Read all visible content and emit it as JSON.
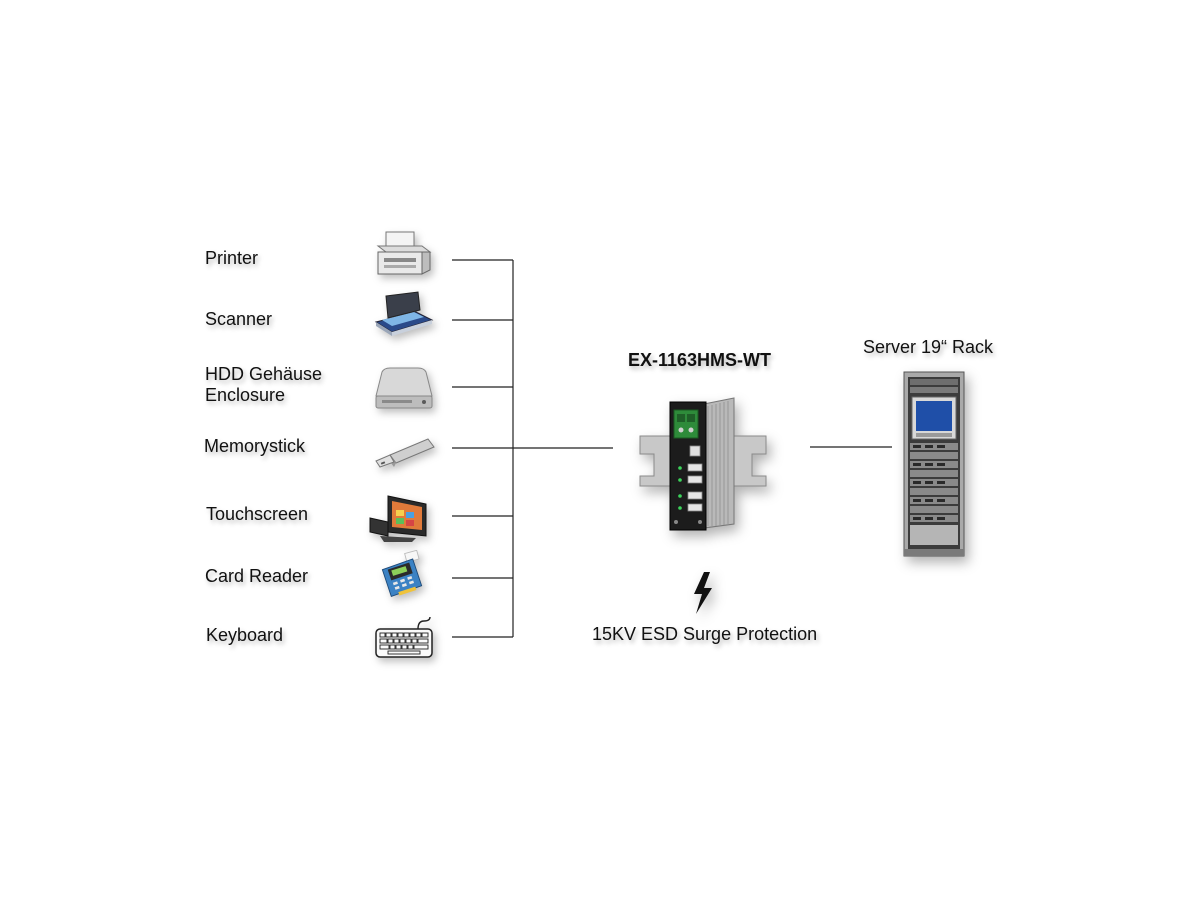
{
  "devices": [
    {
      "label": "Printer",
      "icon": "printer-icon"
    },
    {
      "label": "Scanner",
      "icon": "scanner-icon"
    },
    {
      "label_line1": "HDD Gehäuse",
      "label_line2": "Enclosure",
      "icon": "hdd-icon"
    },
    {
      "label": "Memorystick",
      "icon": "usb-stick-icon"
    },
    {
      "label": "Touchscreen",
      "icon": "touchscreen-icon"
    },
    {
      "label": "Card Reader",
      "icon": "card-reader-icon"
    },
    {
      "label": "Keyboard",
      "icon": "keyboard-icon"
    }
  ],
  "hub": {
    "model": "EX-1163HMS-WT",
    "icon": "usb-hub-icon"
  },
  "server": {
    "label": "Server 19“ Rack",
    "icon": "server-rack-icon"
  },
  "protection": {
    "label": "15KV ESD Surge Protection",
    "icon": "lightning-icon"
  },
  "colors": {
    "line": "#222222",
    "hub_green": "#2e8b3a",
    "rack_gray": "#9a9a9a"
  }
}
